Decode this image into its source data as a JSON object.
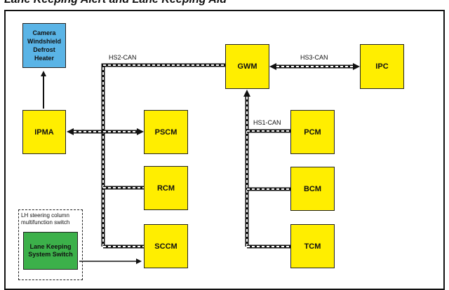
{
  "title": "Lane Keeping Alert and Lane Keeping Aid",
  "nodes": {
    "camera_heater": "Camera Windshield Defrost Heater",
    "ipma": "IPMA",
    "pscm": "PSCM",
    "rcm": "RCM",
    "sccm": "SCCM",
    "gwm": "GWM",
    "ipc": "IPC",
    "pcm": "PCM",
    "bcm": "BCM",
    "tcm": "TCM",
    "lane_switch": "Lane Keeping System Switch"
  },
  "bus_labels": {
    "hs2": "HS2-CAN",
    "hs3": "HS3-CAN",
    "hs1": "HS1-CAN"
  },
  "group_label": "LH steering column multifunction switch",
  "colors": {
    "module": "#ffee00",
    "camera": "#5ab4e6",
    "switch": "#3cb04a"
  }
}
